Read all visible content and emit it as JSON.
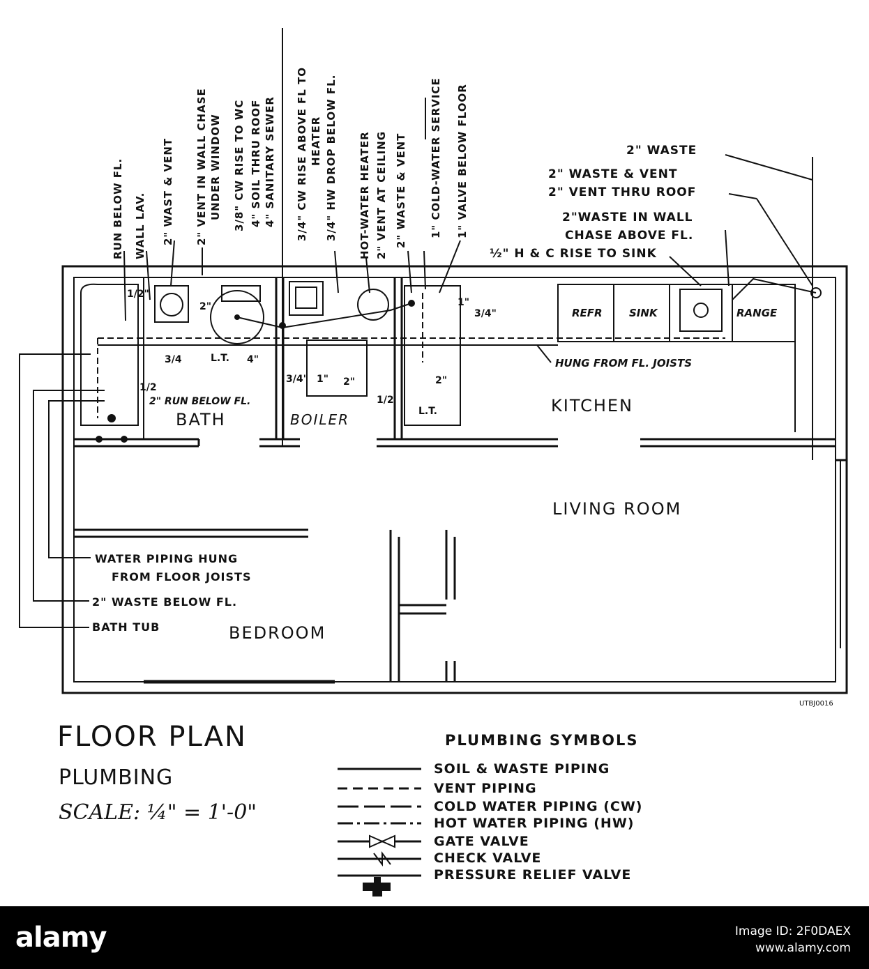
{
  "plan": {
    "rooms": {
      "bath": "BATH",
      "boiler": "BOILER",
      "kitchen": "KITCHEN",
      "living_room": "LIVING ROOM",
      "bedroom": "BEDROOM"
    },
    "fixtures": {
      "refr": "REFR",
      "sink": "SINK",
      "range": "RANGE",
      "lt_bath": "L.T.",
      "lt_right": "L.T."
    },
    "sizes": {
      "half_1": "1/2\"",
      "two_in_1": "2\"",
      "three_quarter_1": "3/4",
      "four_in": "4\"",
      "three_quarter_2": "3/4\"",
      "one_in_1": "1\"",
      "two_in_2": "2\"",
      "half_2": "1/2",
      "one_in_2": "1\"",
      "three_quarter_3": "3/4\"",
      "two_in_3": "2\"",
      "half_3": "1/2"
    },
    "vertical_labels": [
      "RUN BELOW FL.",
      "WALL LAV.",
      "2\" WAST & VENT",
      "2\" VENT IN WALL CHASE",
      "UNDER WINDOW",
      "3/8\" CW RISE TO WC",
      "4\" SOIL THRU ROOF",
      "4\" SANITARY SEWER",
      "3/4\" CW RISE ABOVE FL TO",
      "HEATER",
      "3/4\" HW DROP BELOW FL.",
      "HOT-WATER HEATER",
      "2\" VENT AT CEILING",
      "2\" WASTE & VENT",
      "1\" COLD-WATER SERVICE",
      "1\" VALVE BELOW FLOOR"
    ],
    "callouts": {
      "waste_2": "2\" WASTE",
      "waste_vent_2": "2\" WASTE & VENT",
      "vent_roof_2": "2\" VENT THRU ROOF",
      "waste_wall_2": "2\"WASTE IN WALL",
      "chase_above": "CHASE ABOVE FL.",
      "hc_rise": "½\" H & C RISE TO SINK",
      "hung": "HUNG FROM FL. JOISTS",
      "run_below": "2\" RUN BELOW FL.",
      "water_piping": "WATER PIPING HUNG",
      "from_joists": "FROM FLOOR JOISTS",
      "waste_below": "2\" WASTE BELOW FL.",
      "bath_tub": "BATH TUB"
    },
    "drawing_code": "UTBJ0016"
  },
  "title": {
    "line1": "FLOOR PLAN",
    "line2": "PLUMBING",
    "line3": "SCALE: ¼\" = 1'-0\""
  },
  "legend": {
    "title": "PLUMBING SYMBOLS",
    "items": [
      "SOIL & WASTE PIPING",
      "VENT PIPING",
      "COLD WATER PIPING (CW)",
      "HOT WATER PIPING (HW)",
      "GATE VALVE",
      "CHECK VALVE",
      "PRESSURE RELIEF VALVE"
    ]
  },
  "footer": {
    "logo": "alamy",
    "image_id_label": "Image ID: 2F0DAEX",
    "site": "www.alamy.com"
  }
}
